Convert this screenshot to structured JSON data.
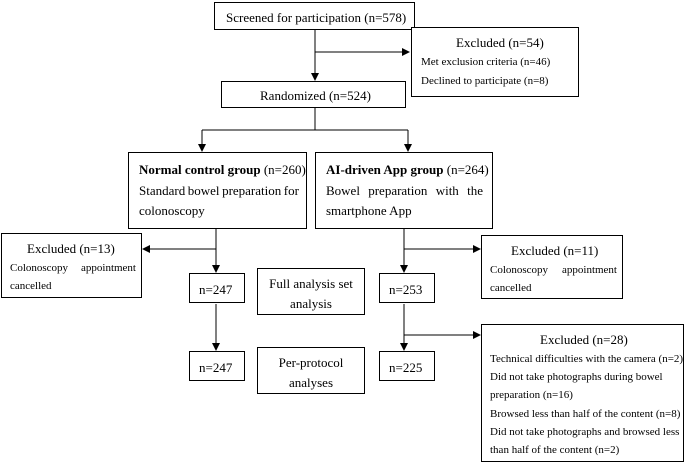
{
  "screened": "Screened for participation (n=578)",
  "excluded_top": {
    "title": "Excluded (n=54)",
    "lines": [
      "Met exclusion criteria (n=46)",
      "Declined to participate (n=8)"
    ]
  },
  "randomized": "Randomized (n=524)",
  "control_group": {
    "title_bold": "Normal control group",
    "title_n": " (n=260)",
    "line1": [
      "Standard",
      "bowel",
      "preparation",
      "for"
    ],
    "line2": "colonoscopy"
  },
  "app_group": {
    "title_bold": "AI-driven App group",
    "title_n": " (n=264)",
    "line1": [
      "Bowel",
      "preparation",
      "with",
      "the"
    ],
    "line2": "smartphone App"
  },
  "excluded_left": {
    "title": "Excluded (n=13)",
    "line1": [
      "Colonoscopy",
      "appointment"
    ],
    "line2": "cancelled"
  },
  "excluded_right": {
    "title": "Excluded (n=11)",
    "line1": [
      "Colonoscopy",
      "appointment"
    ],
    "line2": "cancelled"
  },
  "left_fa": "n=247",
  "right_fa": "n=253",
  "full_analysis": [
    "Full analysis set",
    "analysis"
  ],
  "left_pp": "n=247",
  "right_pp": "n=225",
  "per_protocol": [
    "Per-protocol",
    "analyses"
  ],
  "excluded_bottom": {
    "title": "Excluded (n=28)",
    "lines": [
      "Technical difficulties with the camera (n=2)",
      "Did not take photographs during bowel",
      "preparation (n=16)",
      "Browsed less than half of the content (n=8)",
      "Did not take photographs and browsed less",
      "than half of the content (n=2)"
    ]
  }
}
